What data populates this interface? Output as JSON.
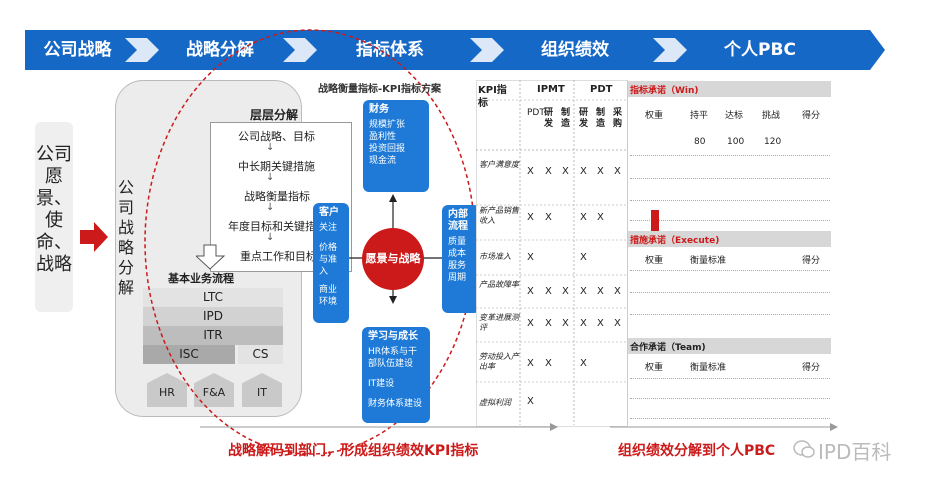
{
  "colors": {
    "accent": "#1e7ad6",
    "red": "#cc1a1a",
    "band": "#1668c7"
  },
  "stages": [
    "公司战略",
    "战略分解",
    "指标体系",
    "组织绩效",
    "个人PBC"
  ],
  "vision": {
    "text": "公司愿景、使命、战略"
  },
  "strategy_label": "公司战略分解",
  "decomposition": {
    "title": "层层分解",
    "steps": [
      "公司战略、目标",
      "中长期关键措施",
      "战略衡量指标",
      "年度目标和关键措施",
      "重点工作和目标"
    ]
  },
  "business": {
    "title": "基本业务流程",
    "flows": [
      "LTC",
      "IPD",
      "ITR",
      "ISC",
      "CS"
    ],
    "support": [
      "HR",
      "F&A",
      "IT"
    ]
  },
  "bsc": {
    "title": "战略衡量指标-KPI指标方案",
    "center": "愿景与战略",
    "finance": {
      "title": "财务",
      "items": [
        "规模扩张",
        "盈利性",
        "投资回报",
        "现金流"
      ]
    },
    "customer": {
      "title": "客户",
      "items": [
        "关注",
        "价格",
        "与准入",
        "商业",
        "环境"
      ]
    },
    "internal": {
      "title": "内部流程",
      "items": [
        "质量",
        "成本",
        "服务",
        "周期"
      ]
    },
    "learning": {
      "title": "学习与成长",
      "items": [
        "HR体系与干部队伍建设",
        "IT建设",
        "财务体系建设"
      ]
    }
  },
  "kpi": {
    "header": "KPI指标",
    "groups": [
      "IPMT",
      "PDT"
    ],
    "cols": [
      "PDT",
      "研发",
      "制造",
      "研发",
      "制造",
      "采购"
    ],
    "rows": [
      {
        "label": "客户满意度",
        "marks": [
          "X",
          "X",
          "X",
          "X",
          "X",
          "X"
        ]
      },
      {
        "label": "新产品销售收入",
        "marks": [
          "X",
          "X",
          "",
          "X",
          "X",
          ""
        ]
      },
      {
        "label": "市场准入",
        "marks": [
          "X",
          "",
          "",
          "X",
          "",
          ""
        ]
      },
      {
        "label": "产品故障率",
        "marks": [
          "X",
          "X",
          "X",
          "X",
          "X",
          "X"
        ]
      },
      {
        "label": "变革进展测评",
        "marks": [
          "X",
          "X",
          "X",
          "X",
          "X",
          "X"
        ]
      },
      {
        "label": "劳动投入产出率",
        "marks": [
          "X",
          "X",
          "",
          "X",
          "",
          ""
        ]
      },
      {
        "label": "虚拟利润",
        "marks": [
          "X",
          "",
          "",
          "",
          "",
          ""
        ]
      }
    ]
  },
  "pbc": {
    "win": {
      "title": "指标承诺（Win)",
      "headers": [
        "权重",
        "持平",
        "达标",
        "挑战",
        "得分"
      ],
      "values": [
        "80",
        "100",
        "120"
      ]
    },
    "execute": {
      "title": "措施承诺（Execute)",
      "headers": [
        "权重",
        "衡量标准",
        "得分"
      ]
    },
    "team": {
      "title": "合作承诺（Team)",
      "headers": [
        "权重",
        "衡量标准",
        "得分"
      ]
    }
  },
  "captions": {
    "left": "战略解码到部门，形成组织绩效KPI指标",
    "right": "组织绩效分解到个人PBC"
  },
  "watermark": "IPD百科"
}
